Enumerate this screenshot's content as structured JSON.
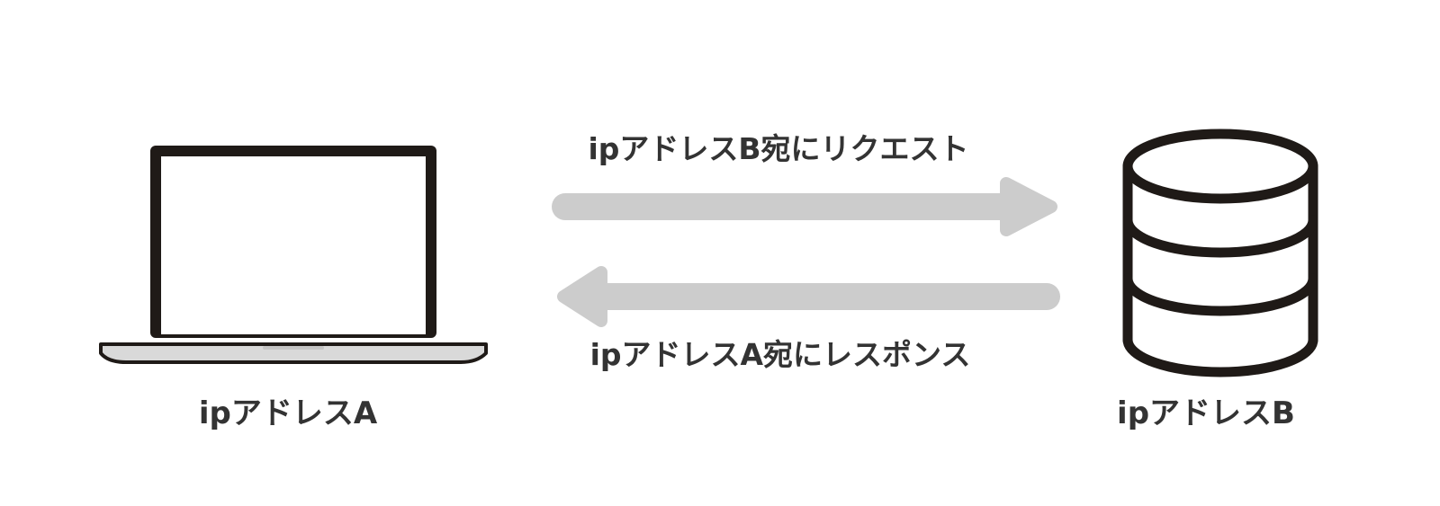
{
  "nodes": {
    "client": {
      "label": "ipアドレスA",
      "icon": "laptop-icon"
    },
    "server": {
      "label": "ipアドレスB",
      "icon": "database-icon"
    }
  },
  "arrows": {
    "request": {
      "label": "ipアドレスB宛にリクエスト",
      "direction": "right"
    },
    "response": {
      "label": "ipアドレスA宛にレスポンス",
      "direction": "left"
    }
  },
  "colors": {
    "text": "#333333",
    "icon_stroke": "#1f1a17",
    "arrow": "#cccccc",
    "laptop_base_fill": "#d9d9d9"
  }
}
